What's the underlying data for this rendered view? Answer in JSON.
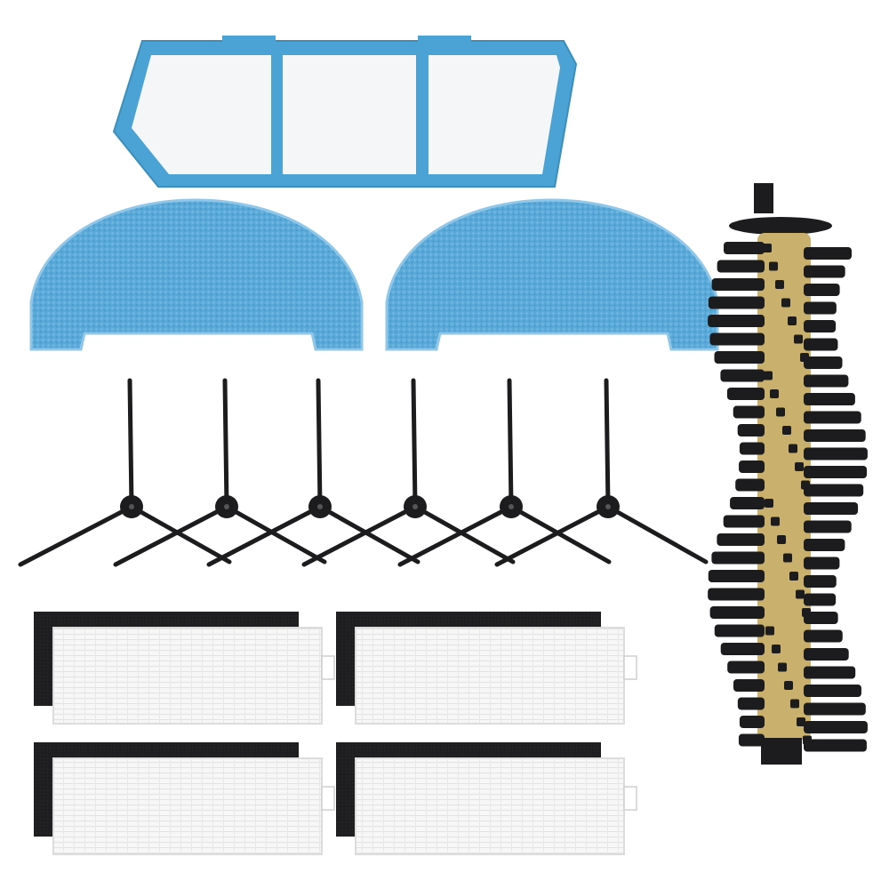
{
  "colors": {
    "background": "#ffffff",
    "frame_blue": "#4aa3d4",
    "mesh_white": "#f4f6f8",
    "mop_blue": "#5aaad9",
    "mop_light": "#8fc7ea",
    "brush_black": "#1c1c1e",
    "roller_tan": "#c9b06c",
    "foam_black": "#1e1e20",
    "hepa_white": "#f7f7f7"
  },
  "parts": {
    "dust_bin_filter": {
      "count": 1,
      "icon": "dust-bin-filter-icon"
    },
    "mop_pads": {
      "count": 2,
      "icon": "mop-pad-icon"
    },
    "side_brushes": {
      "count": 6,
      "icon": "side-brush-icon"
    },
    "main_roller_brush": {
      "count": 1,
      "icon": "roller-brush-icon"
    },
    "hepa_filters": {
      "count": 4,
      "icon": "hepa-filter-icon"
    }
  }
}
